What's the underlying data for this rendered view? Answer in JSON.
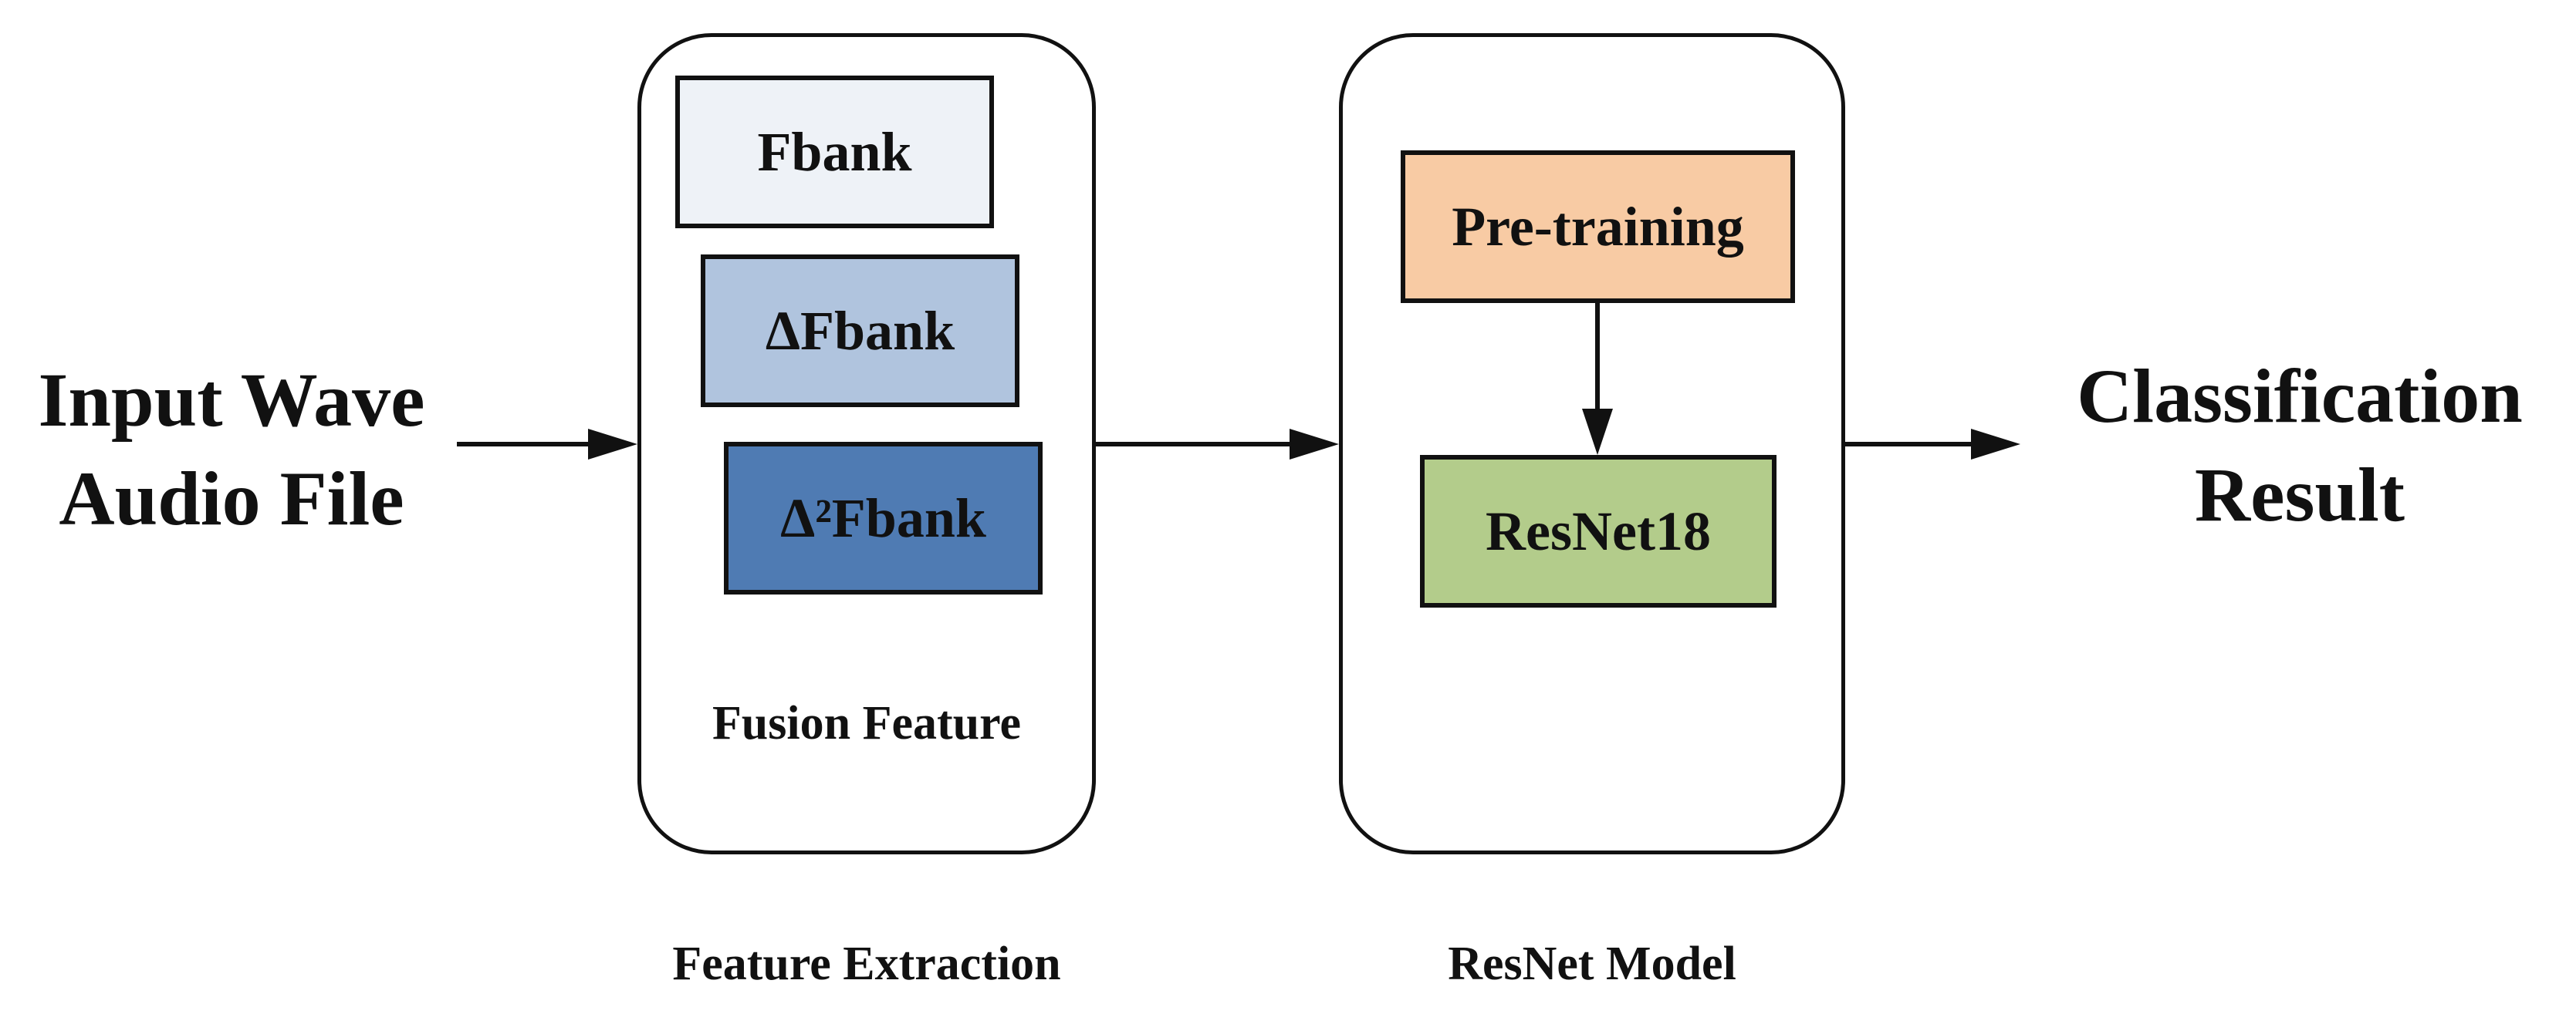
{
  "input": {
    "line1": "Input Wave",
    "line2": "Audio File"
  },
  "feature_extraction": {
    "boxes": [
      {
        "label": "Fbank",
        "color": "#eef2f7"
      },
      {
        "label": "ΔFbank",
        "color": "#b0c4de"
      },
      {
        "label": "Δ²Fbank",
        "color": "#4f7bb3"
      }
    ],
    "inner_caption": "Fusion Feature",
    "caption": "Feature Extraction"
  },
  "resnet_model": {
    "pretraining": {
      "label": "Pre-training",
      "color": "#f8cba4"
    },
    "resnet18": {
      "label": "ResNet18",
      "color": "#b3cc8b"
    },
    "caption": "ResNet Model"
  },
  "output": {
    "line1": "Classification",
    "line2": "Result"
  }
}
